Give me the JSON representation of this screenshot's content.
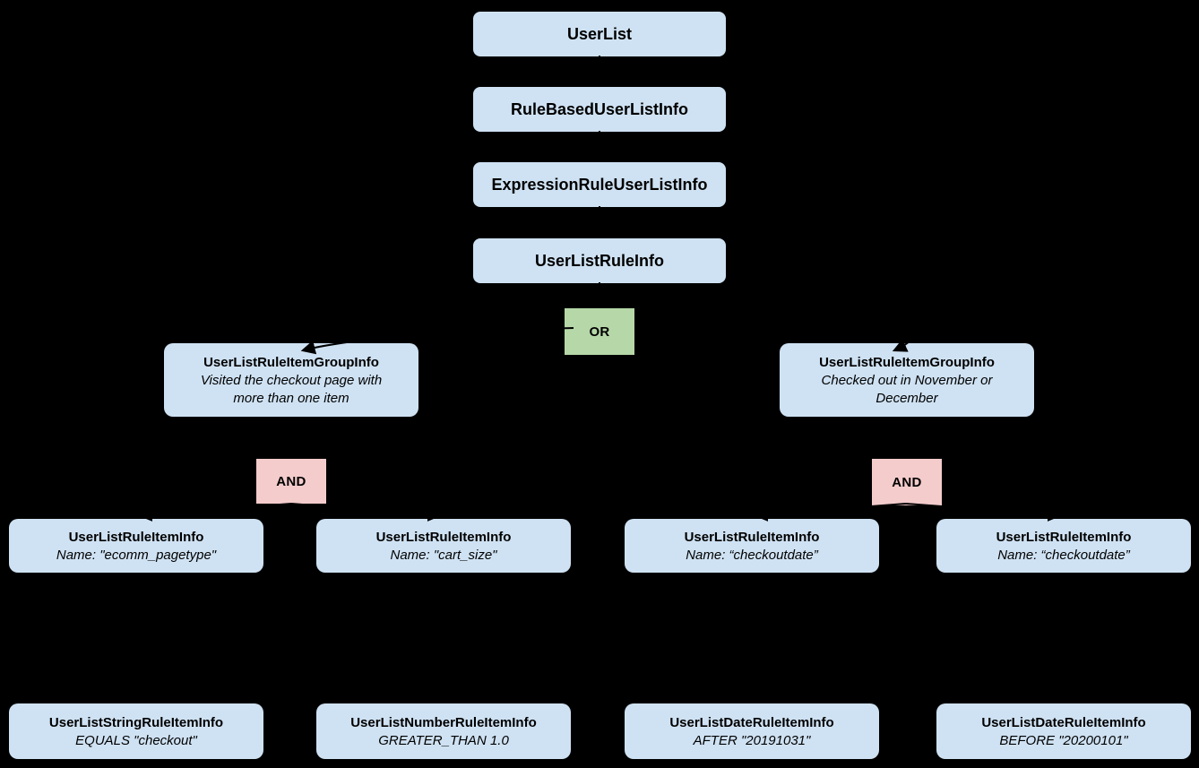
{
  "diagram": {
    "chain": [
      {
        "label": "UserList"
      },
      {
        "label": "RuleBasedUserListInfo"
      },
      {
        "label": "ExpressionRuleUserListInfo"
      },
      {
        "label": "UserListRuleInfo"
      }
    ],
    "operators": {
      "or": "OR",
      "and_left": "AND",
      "and_right": "AND"
    },
    "groups": [
      {
        "title": "UserListRuleItemGroupInfo",
        "description": "Visited the checkout page with more than one item"
      },
      {
        "title": "UserListRuleItemGroupInfo",
        "description": "Checked out in November or December"
      }
    ],
    "rule_items": [
      {
        "title": "UserListRuleItemInfo",
        "description": "Name: \"ecomm_pagetype\""
      },
      {
        "title": "UserListRuleItemInfo",
        "description": "Name: \"cart_size\""
      },
      {
        "title": "UserListRuleItemInfo",
        "description": "Name: “checkoutdate”"
      },
      {
        "title": "UserListRuleItemInfo",
        "description": "Name: “checkoutdate”"
      }
    ],
    "operand_items": [
      {
        "title": "UserListStringRuleItemInfo",
        "description": "EQUALS \"checkout\""
      },
      {
        "title": "UserListNumberRuleItemInfo",
        "description": "GREATER_THAN 1.0"
      },
      {
        "title": "UserListDateRuleItemInfo",
        "description": "AFTER \"20191031\""
      },
      {
        "title": "UserListDateRuleItemInfo",
        "description": "BEFORE \"20200101\""
      }
    ],
    "colors": {
      "background": "#000000",
      "node_fill": "#cfe2f3",
      "or_fill": "#b6d7a8",
      "and_fill": "#f4cccc",
      "text": "#000000",
      "connector": "#000000"
    }
  }
}
